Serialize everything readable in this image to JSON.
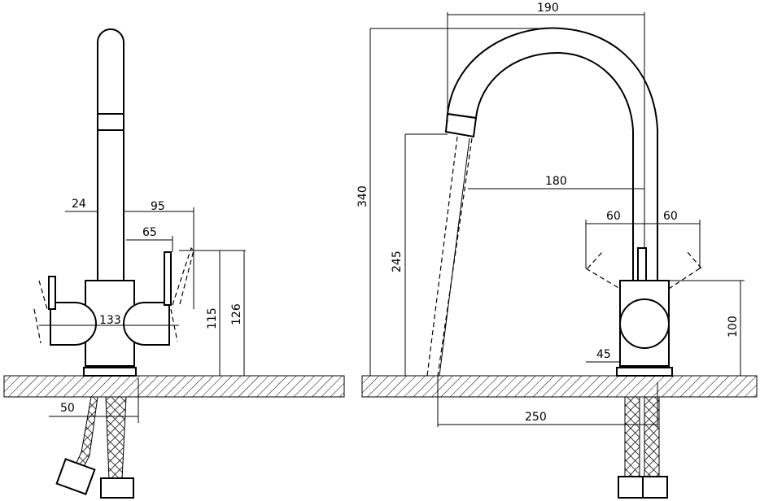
{
  "front_view": {
    "dims": {
      "tube_diameter": "24",
      "handle_reach": "95",
      "handle_offset": "65",
      "body_width": "133",
      "body_height": "115",
      "handle_height": "126",
      "base_offset": "50"
    }
  },
  "side_view": {
    "dims": {
      "spout_width": "190",
      "total_height": "340",
      "spout_reach": "180",
      "spout_clearance": "245",
      "handle_left": "60",
      "handle_right": "60",
      "body_height": "100",
      "base_width": "45",
      "outlet_reach": "250"
    }
  }
}
